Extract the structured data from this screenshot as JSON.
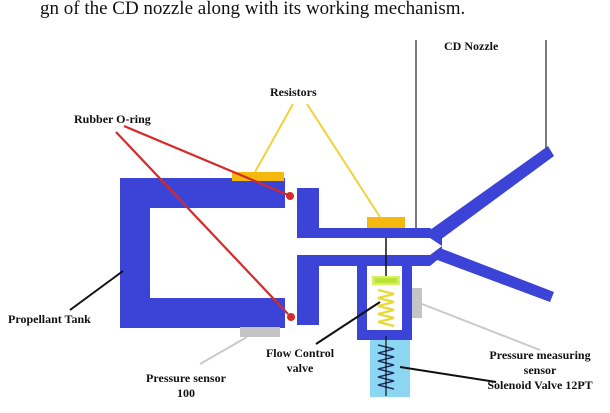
{
  "header": {
    "caption_fragment": "gn of the CD nozzle along with its working mechanism."
  },
  "labels": {
    "cd_nozzle": "CD Nozzle",
    "resistors": "Resistors",
    "rubber_oring": "Rubber O-ring",
    "propellant_tank": "Propellant Tank",
    "flow_control_line1": "Flow Control",
    "flow_control_line2": "valve",
    "pressure_sensor_line1": "Pressure sensor",
    "pressure_sensor_line2": "100",
    "pressure_measuring_line1": "Pressure measuring",
    "pressure_measuring_line2": "sensor",
    "solenoid_valve": "Solenoid Valve 12PT"
  },
  "colors": {
    "body": "#3b44d6",
    "resistor": "#f5b80e",
    "resistor_leader": "#f0d23a",
    "oring_leader": "#d42a2a",
    "grey_sensor": "#c4c4c4",
    "grey_leader": "#c9c9c9",
    "solenoid": "#8dd6f2",
    "spring": "#e8d83a",
    "valve_cap": "#d8f060",
    "black_leader": "#111111"
  }
}
